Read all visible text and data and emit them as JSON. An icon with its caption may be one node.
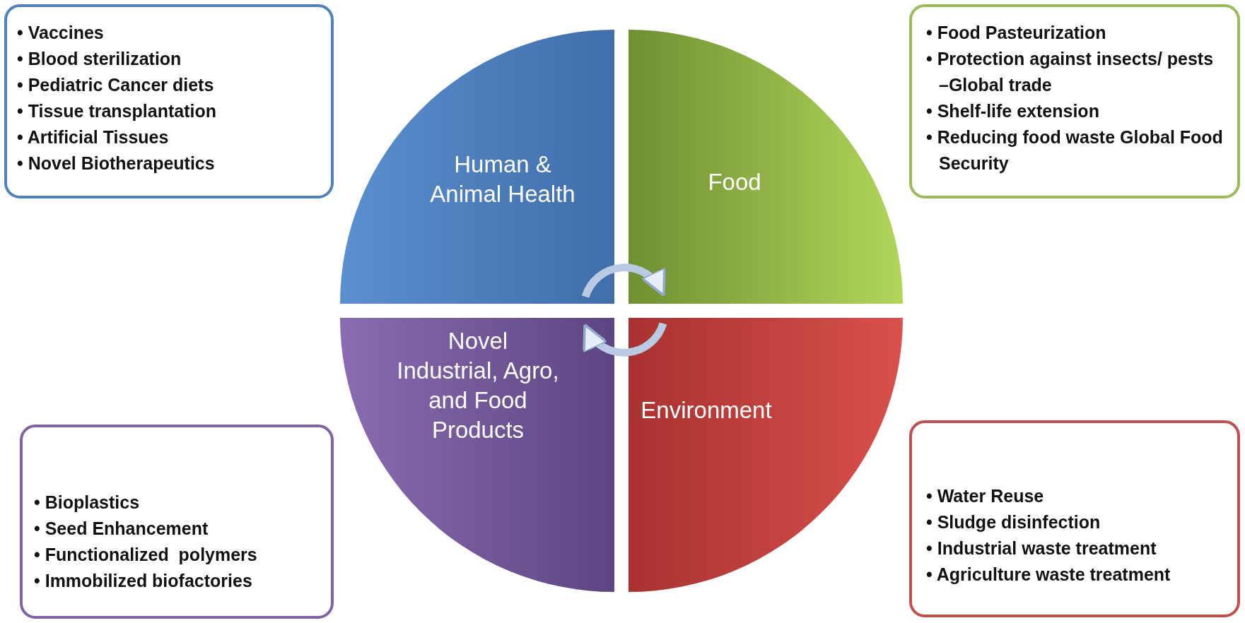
{
  "diagram": {
    "nodes": [
      {
        "text": [
          "• Vaccines",
          "• Blood sterilization",
          "• Pediatric Cancer diets",
          "• Tissue transplantation",
          "• Artificial Tissues",
          "• Novel Biotherapeutics"
        ]
      },
      {
        "text": [
          "• Food Pasteurization",
          "• Protection against insects/ pests –Global trade",
          "• Shelf-life extension",
          "• Reducing food waste Global Food Security"
        ]
      },
      {
        "text": [
          "Human & Animal Health"
        ]
      },
      {
        "text": [
          "Food"
        ]
      },
      {
        "text": [
          "Novel Industrial, Agro, and Food Products"
        ]
      },
      {
        "text": [
          "Environment"
        ]
      },
      {
        "text": [
          "• Bioplastics",
          "• Seed Enhancement",
          "• Functionalized  polymers",
          "• Immobilized biofactories"
        ]
      },
      {
        "text": [
          "• Water Reuse",
          "• Sludge disinfection",
          "• Industrial waste treatment",
          "• Agriculture waste treatment"
        ]
      }
    ],
    "edges": [
      {
        "from": 2,
        "to": 3,
        "arrow": "to"
      },
      {
        "from": 5,
        "to": 4,
        "arrow": "to"
      }
    ]
  }
}
